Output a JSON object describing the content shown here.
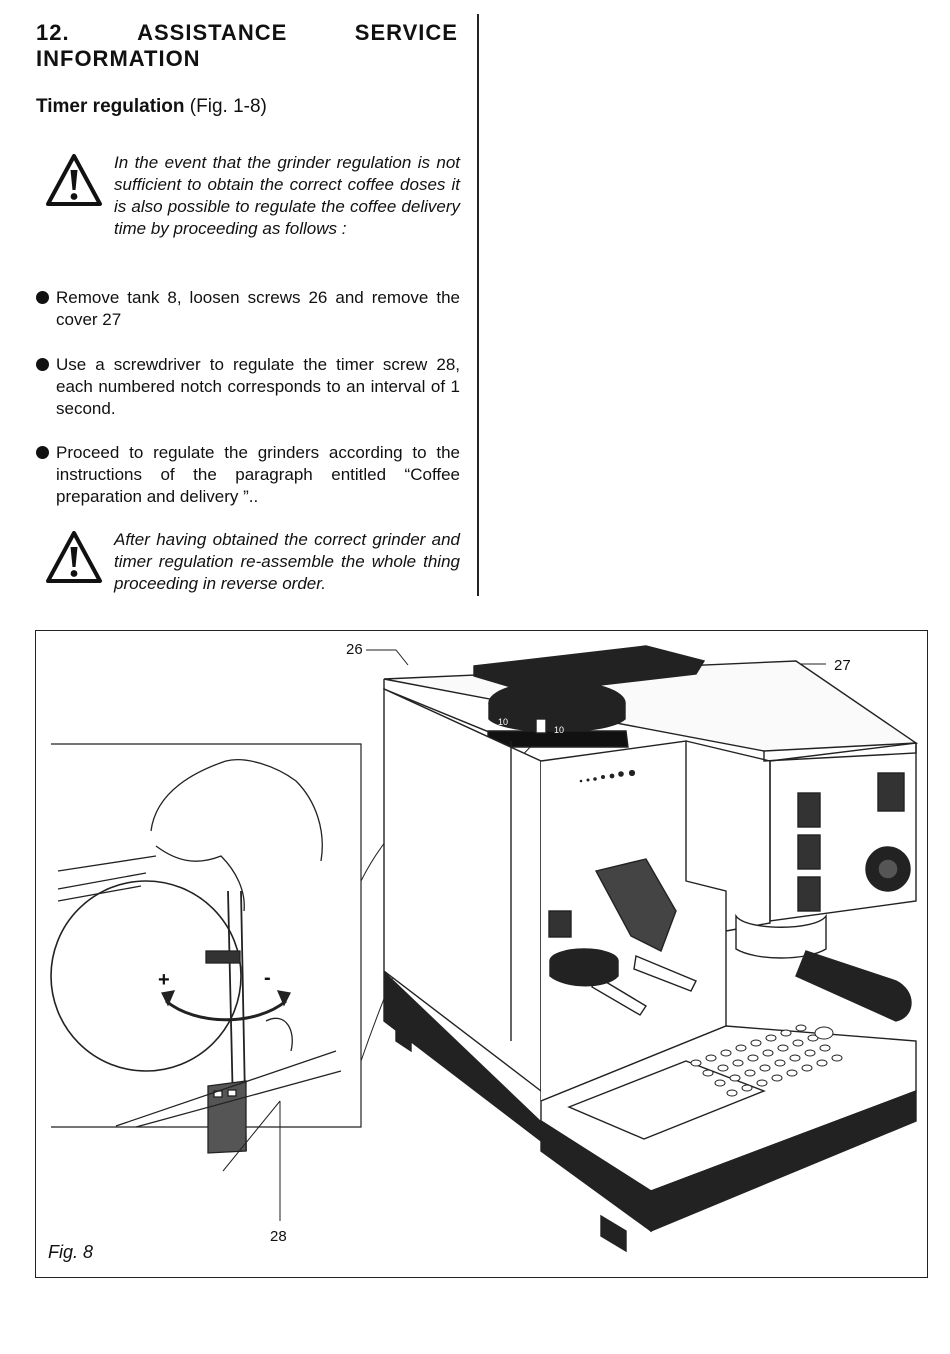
{
  "section": {
    "number": "12.",
    "title_word1": "ASSISTANCE",
    "title_word2": "SERVICE",
    "title_line2": "INFORMATION"
  },
  "subsection": {
    "title": "Timer regulation",
    "ref": "(Fig. 1-8)"
  },
  "warning1": "In the event that the grinder regulation is not sufficient to obtain the correct coffee doses it is also possible to regulate the coffee delivery time by proceeding as follows :",
  "bullets": [
    "Remove tank 8, loosen screws 26 and remove the cover 27",
    "Use a screwdriver to regulate the timer screw 28, each numbered notch corresponds to an interval of 1 second.",
    "Proceed to regulate the grinders according to the instructions of the paragraph entitled “Coffee preparation and delivery ”.."
  ],
  "warning2": "After having obtained the correct grinder and timer regulation re-assemble the whole thing proceeding in  reverse order.",
  "figure": {
    "caption": "Fig. 8",
    "callout_26": "26",
    "callout_27": "27",
    "callout_28": "28",
    "plus_sign": "+",
    "minus_sign": "-",
    "dial_mark_1": "10",
    "dial_mark_2": "10"
  },
  "icons": [
    "warning-triangle-icon",
    "bullet-dot-icon"
  ]
}
